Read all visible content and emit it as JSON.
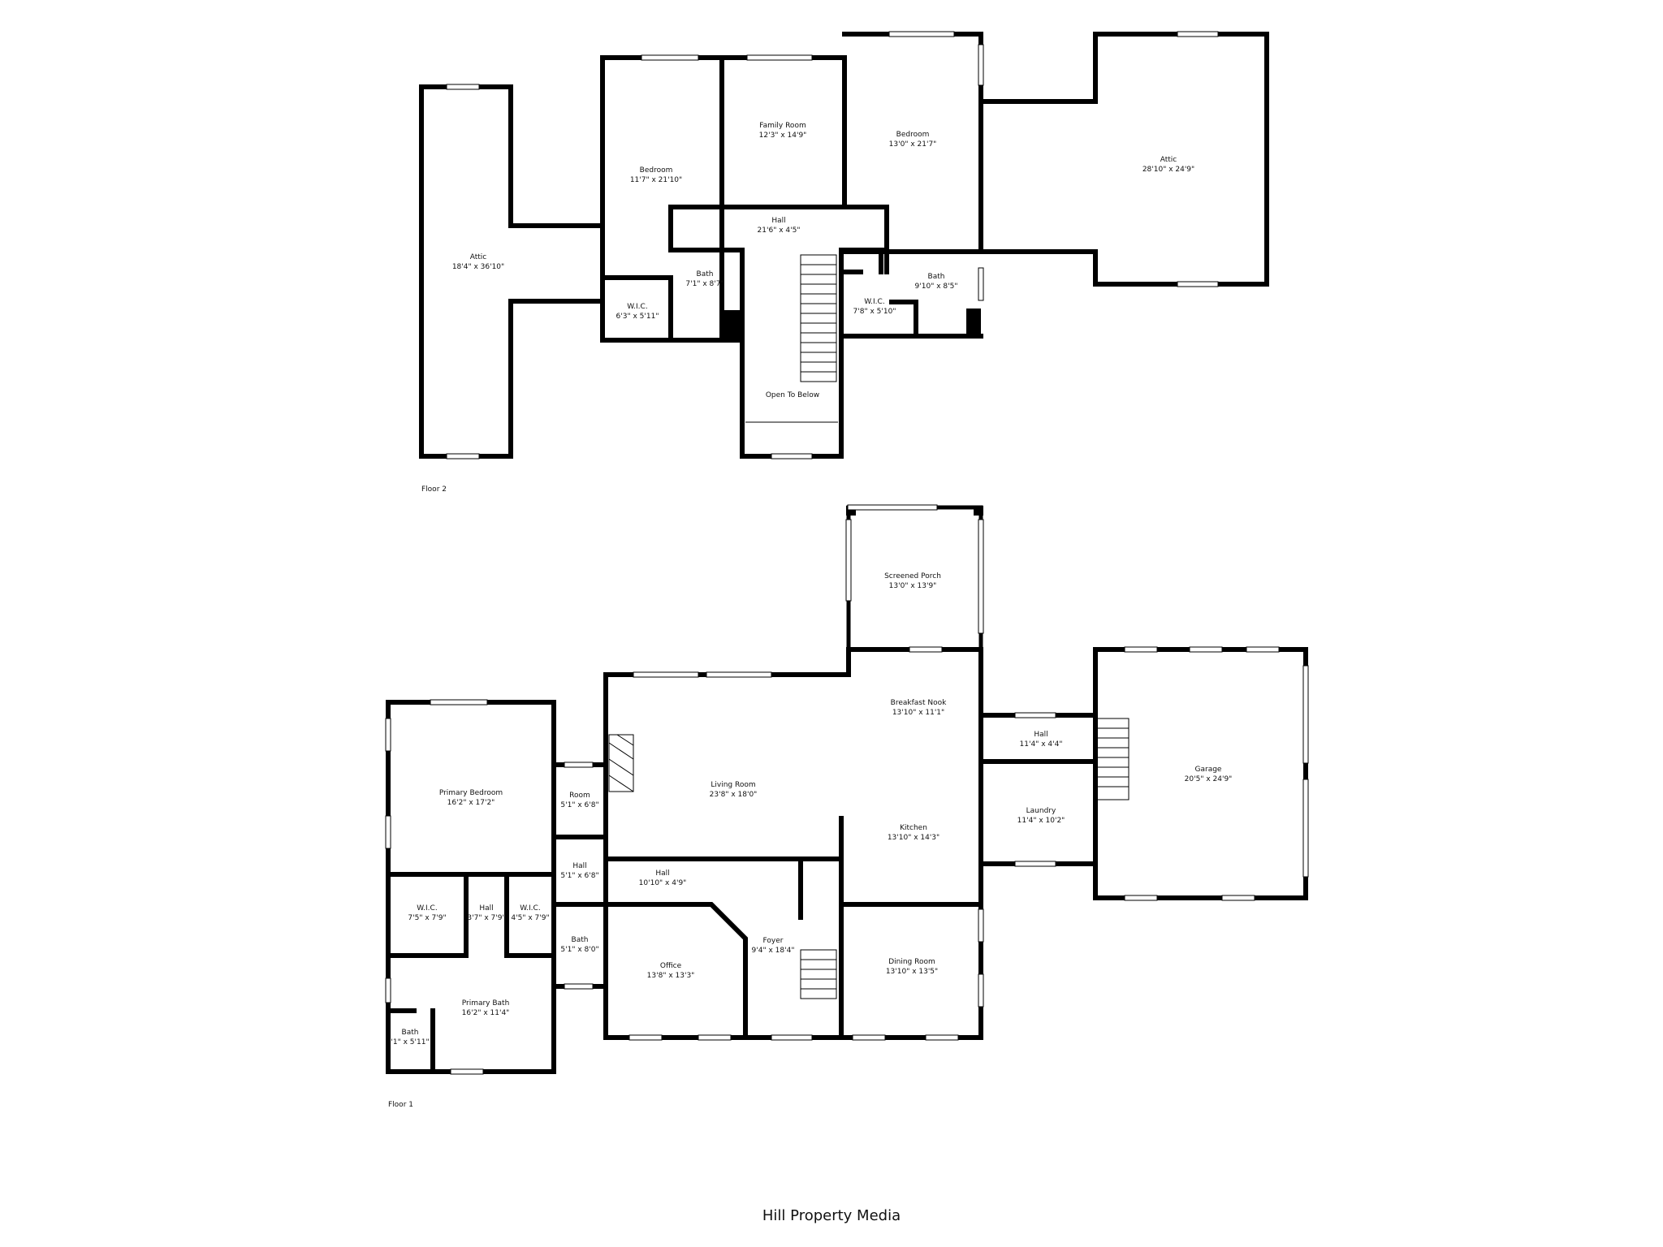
{
  "floors": [
    {
      "label": "Floor 2",
      "rooms": [
        {
          "name": "Attic",
          "dims": "18'4\" x 36'10\""
        },
        {
          "name": "Bedroom",
          "dims": "11'7\" x 21'10\""
        },
        {
          "name": "Family Room",
          "dims": "12'3\" x 14'9\""
        },
        {
          "name": "Bedroom",
          "dims": "13'0\" x 21'7\""
        },
        {
          "name": "Attic",
          "dims": "28'10\" x 24'9\""
        },
        {
          "name": "Hall",
          "dims": "21'6\" x 4'5\""
        },
        {
          "name": "Bath",
          "dims": "7'1\" x 8'7\""
        },
        {
          "name": "W.I.C.",
          "dims": "6'3\" x 5'11\""
        },
        {
          "name": "W.I.C.",
          "dims": "7'8\" x 5'10\""
        },
        {
          "name": "Bath",
          "dims": "9'10\" x 8'5\""
        },
        {
          "name": "Open To Below",
          "dims": ""
        }
      ]
    },
    {
      "label": "Floor 1",
      "rooms": [
        {
          "name": "Screened Porch",
          "dims": "13'0\" x 13'9\""
        },
        {
          "name": "Breakfast Nook",
          "dims": "13'10\" x 11'1\""
        },
        {
          "name": "Living Room",
          "dims": "23'8\" x 18'0\""
        },
        {
          "name": "Kitchen",
          "dims": "13'10\" x 14'3\""
        },
        {
          "name": "Hall",
          "dims": "11'4\" x 4'4\""
        },
        {
          "name": "Laundry",
          "dims": "11'4\" x 10'2\""
        },
        {
          "name": "Garage",
          "dims": "20'5\" x 24'9\""
        },
        {
          "name": "Primary Bedroom",
          "dims": "16'2\" x 17'2\""
        },
        {
          "name": "Room",
          "dims": "5'1\" x 6'8\""
        },
        {
          "name": "Hall",
          "dims": "5'1\" x 6'8\""
        },
        {
          "name": "Hall",
          "dims": "10'10\" x 4'9\""
        },
        {
          "name": "W.I.C.",
          "dims": "7'5\" x 7'9\""
        },
        {
          "name": "Hall",
          "dims": "3'7\" x 7'9\""
        },
        {
          "name": "W.I.C.",
          "dims": "4'5\" x 7'9\""
        },
        {
          "name": "Bath",
          "dims": "5'1\" x 8'0\""
        },
        {
          "name": "Office",
          "dims": "13'8\" x 13'3\""
        },
        {
          "name": "Foyer",
          "dims": "9'4\" x 18'4\""
        },
        {
          "name": "Dining Room",
          "dims": "13'10\" x 13'5\""
        },
        {
          "name": "Primary Bath",
          "dims": "16'2\" x 11'4\""
        },
        {
          "name": "Bath",
          "dims": "'1\" x 5'11\""
        }
      ]
    }
  ],
  "credit": "Hill Property Media",
  "colors": {
    "wall": "#000000",
    "window": "#ffffff",
    "background": "#ffffff"
  }
}
